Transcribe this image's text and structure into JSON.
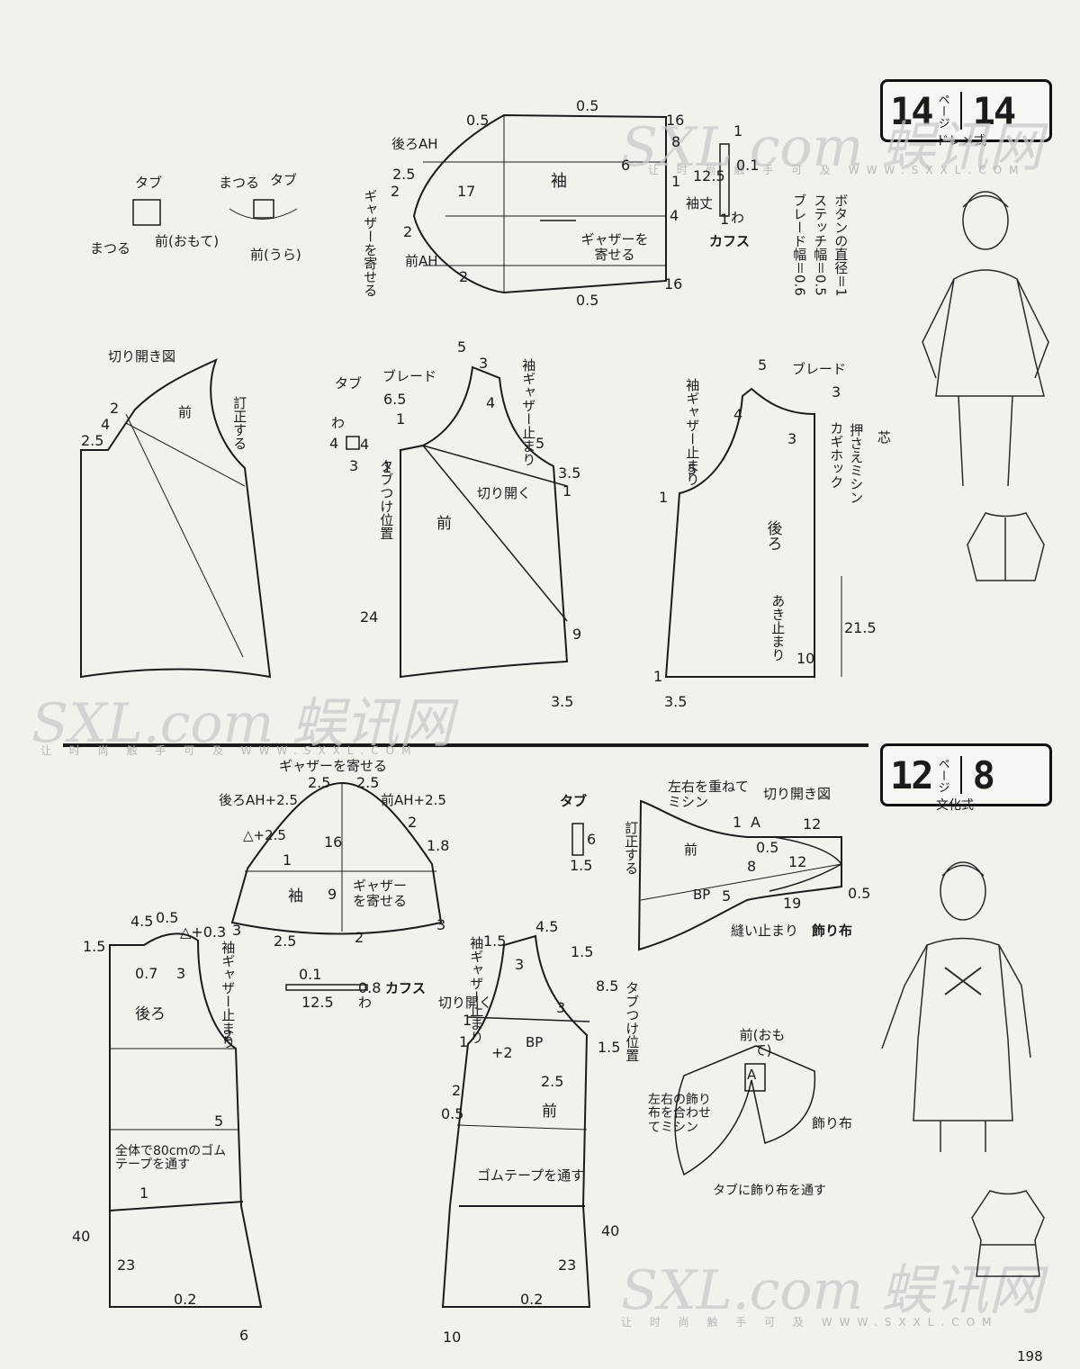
{
  "top": {
    "badge": {
      "page": "14",
      "suffix": "ページ",
      "number": "14",
      "method": "ドレメ式"
    },
    "watermark": {
      "brand": "SXL.com 蜈讯网",
      "sub": "让 时 尚 触 手 可 及 WWW.SXXL.COM"
    },
    "sleeve": {
      "title": "袖",
      "back_ah": "後ろAH",
      "front_ah": "前AH",
      "gather_left": "ギャザーを寄せる",
      "gather_center": "ギャザーを寄せる",
      "nums": [
        "0.5",
        "0.5",
        "16",
        "8",
        "6",
        "1",
        "4",
        "2.5",
        "2",
        "17",
        "2",
        "2",
        "0.5",
        "16"
      ]
    },
    "tab_detail": {
      "tab1": "タブ",
      "matsuru1": "まつる",
      "front_face": "前(おもて)",
      "matsuru2": "まつる",
      "tab2": "タブ",
      "front_back": "前(うら)"
    },
    "cuffs": {
      "title": "カフス",
      "nums": [
        "1",
        "0.1",
        "12.5",
        "1"
      ],
      "sode_take": "袖丈",
      "wa": "わ"
    },
    "notes": {
      "button": "ボタンの直径＝1",
      "stitch": "ステッチ幅＝0.5",
      "braid": "ブレード幅＝0.6"
    },
    "slash_diagram": {
      "title": "切り開き図",
      "front": "前",
      "correct": "訂正する",
      "nums": [
        "2",
        "4",
        "2.5"
      ]
    },
    "front_bodice": {
      "tab": "タブ",
      "wa": "わ",
      "braid": "ブレード",
      "front": "前",
      "sleeve_gather_stop": "袖ギャザー止まり",
      "cut_open": "切り開く",
      "tab_position": "タブつけ位置",
      "nums": [
        "5",
        "3",
        "6.5",
        "4",
        "4",
        "5",
        "1",
        "3.5",
        "1",
        "24",
        "9",
        "3.5",
        "4",
        "3",
        "1"
      ]
    },
    "back_bodice": {
      "braid": "ブレード",
      "back": "後ろ",
      "sleeve_gather_stop": "袖ギャザー止まり",
      "hook": "カギホック",
      "press_stitch": "押さえミシン",
      "interfacing": "芯",
      "opening_stop": "あき止まり",
      "nums": [
        "5",
        "3",
        "4",
        "3",
        "5",
        "1",
        "21.5",
        "10",
        "1",
        "3.5"
      ]
    }
  },
  "bottom": {
    "badge": {
      "page": "12",
      "suffix": "ページ",
      "number": "8",
      "method": "文化式"
    },
    "sleeve": {
      "title": "袖",
      "gather_top": "ギャザーを寄せる",
      "back_ah": "後ろAH+2.5",
      "front_ah": "前AH+2.5",
      "gather_center": "ギャザーを寄せる",
      "nums": [
        "2.5",
        "2.5",
        "2",
        "1.8",
        "16",
        "1",
        "9",
        "3",
        "2.5",
        "2",
        "3"
      ],
      "delta": "△+2.5"
    },
    "tab": {
      "title": "タブ",
      "nums": [
        "6",
        "1.5"
      ]
    },
    "cuffs": {
      "title": "カフス",
      "nums": [
        "0.1",
        "0.8",
        "12.5"
      ],
      "wa": "わ"
    },
    "back_bodice": {
      "back": "後ろ",
      "sleeve_gather_stop": "袖ギャザー止まり",
      "elastic_note": "全体で80cmのゴムテープを通す",
      "nums": [
        "4.5",
        "0.5",
        "△+0.3",
        "1.5",
        "0.7",
        "3",
        "2",
        "5",
        "1",
        "40",
        "23",
        "0.2",
        "6"
      ]
    },
    "front_bodice": {
      "front": "前",
      "sleeve_gather_stop": "袖ギャザー止まり",
      "cut_open": "切り開く",
      "tab_position": "タブつけ位置",
      "elastic": "ゴムテープを通す",
      "bp": "BP",
      "nums": [
        "4.5",
        "1.5",
        "3",
        "1.5",
        "8.5",
        "3",
        "1",
        "+2",
        "2.5",
        "2",
        "0.5",
        "1",
        "40",
        "23",
        "0.2",
        "10",
        "1.5"
      ]
    },
    "slash_diagram": {
      "title": "切り開き図",
      "overlap": "左右を重ねてミシン",
      "front": "前",
      "correct": "訂正する",
      "bp": "BP",
      "sew_stop": "縫い止まり",
      "deco_cloth": "飾り布",
      "nums": [
        "1",
        "A",
        "0.5",
        "12",
        "12",
        "8",
        "5",
        "19",
        "0.5"
      ]
    },
    "tie_diagram": {
      "front_face": "前(おもて)",
      "a": "A",
      "overlap": "左右の飾り布を合わせてミシン",
      "deco_cloth": "飾り布",
      "pass_through": "タブに飾り布を通す"
    },
    "page_number": "198"
  }
}
